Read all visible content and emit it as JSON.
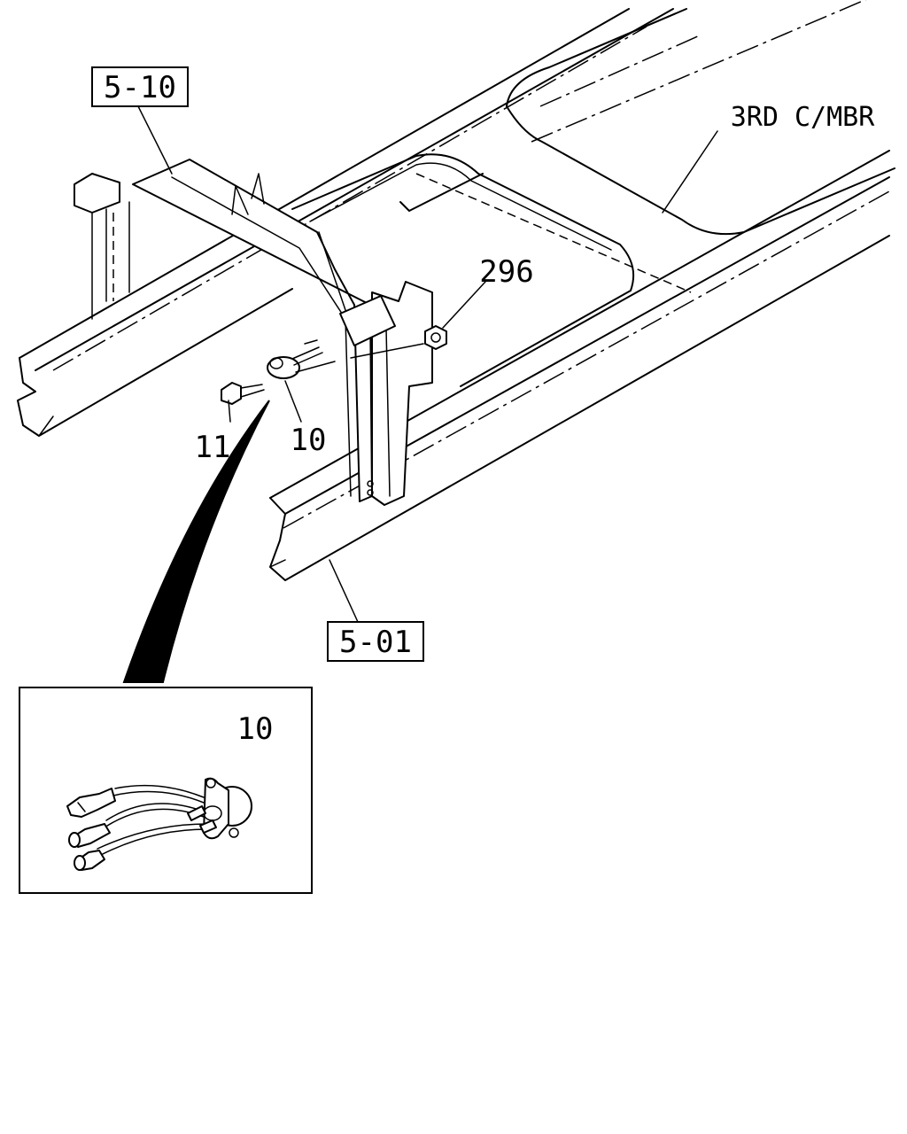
{
  "callouts": {
    "ref_5_10": "5-10",
    "ref_5_01": "5-01",
    "third_cross_member": "3RD C/MBR",
    "part_296": "296",
    "part_11": "11",
    "part_10": "10",
    "detail_part_10": "10"
  }
}
